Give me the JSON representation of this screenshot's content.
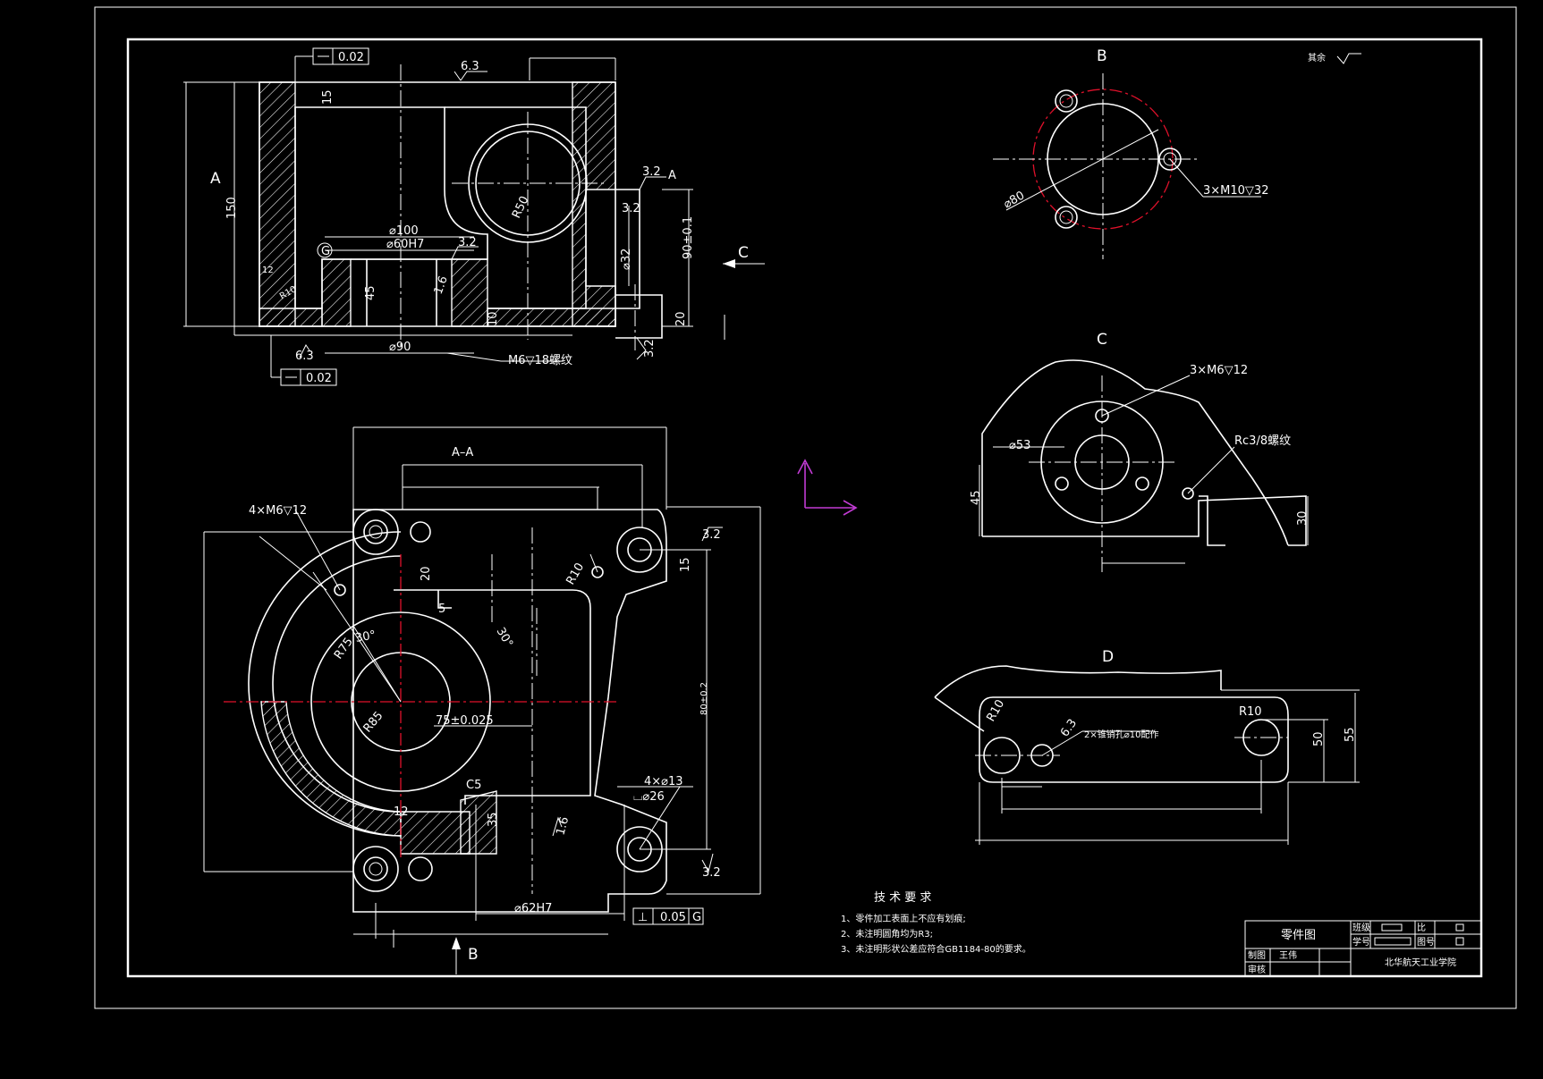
{
  "labels": {
    "section_a": "A",
    "section_c": "C",
    "section_aa": "A–A",
    "view_b": "B",
    "view_c": "C",
    "view_d": "D",
    "arrow_b": "B"
  },
  "dims": {
    "flat_top": "0.02",
    "flat_bottom": "0.02",
    "rough_top": "6.3",
    "rough_bottom": "6.3",
    "d150": "150",
    "d15": "15",
    "d12": "12",
    "r10_fillet": "R10",
    "d45": "45",
    "phi100": "⌀100",
    "phi60": "⌀60H7",
    "phi90": "⌀90",
    "r50": "R50",
    "rough32a": "3.2",
    "rough32b": "3.2",
    "rough32c": "3.2",
    "rough32d": "3.2",
    "datum_a": "A",
    "phi32": "⌀32",
    "d90": "90±0.1",
    "d20": "20",
    "d10": "10",
    "m6": "M6▽18螺纹",
    "rough16": "1.6",
    "datum_g": "G",
    "r85": "R85",
    "r75": "R75",
    "ang30a": "30°",
    "ang30b": "30°",
    "d75": "75±0.025",
    "r10b": "R10",
    "d20b": "20",
    "d5": "5",
    "d15b": "15",
    "d80": "80±0.2",
    "m6x4": "4×M6▽12",
    "c5": "C5",
    "d35": "35",
    "d12b": "12",
    "hole13": "4×⌀13",
    "cb26": "⌴⌀26",
    "rough32e": "3.2",
    "rough32f": "3.2",
    "rough16b": "1.6",
    "phi62": "⌀62H7",
    "perp": "⊥",
    "perp_tol": "0.05",
    "perp_datum": "G",
    "phi80": "⌀80",
    "m10": "3×M10▽32",
    "m6x3": "3×M6▽12",
    "phi53": "⌀53",
    "rc": "Rc3/8螺纹",
    "d45c": "45",
    "d30c": "30",
    "r10d1": "R10",
    "r10d2": "R10",
    "rough63d": "6.3",
    "holes_d": "2×锥销孔⌀10配作",
    "d50": "50",
    "d55": "55",
    "others": "其余"
  },
  "notes": {
    "title": "技 术 要 求",
    "items": [
      "1、零件加工表面上不应有划痕;",
      "2、未注明圆角均为R3;",
      "3、未注明形状公差应符合GB1184-80的要求。"
    ]
  },
  "title_block": {
    "name": "零件图",
    "class_label": "班级",
    "id_label": "学号",
    "scale_label": "比",
    "sheet_label": "图号",
    "drawn_label": "制图",
    "drawn_by": "王伟",
    "check_label": "审核",
    "school": "北华航天工业学院"
  },
  "colors": {
    "background": "#000000",
    "lines": "#ffffff",
    "center_lines": "#e0112b",
    "ucs_icon": "#c23bd4"
  }
}
